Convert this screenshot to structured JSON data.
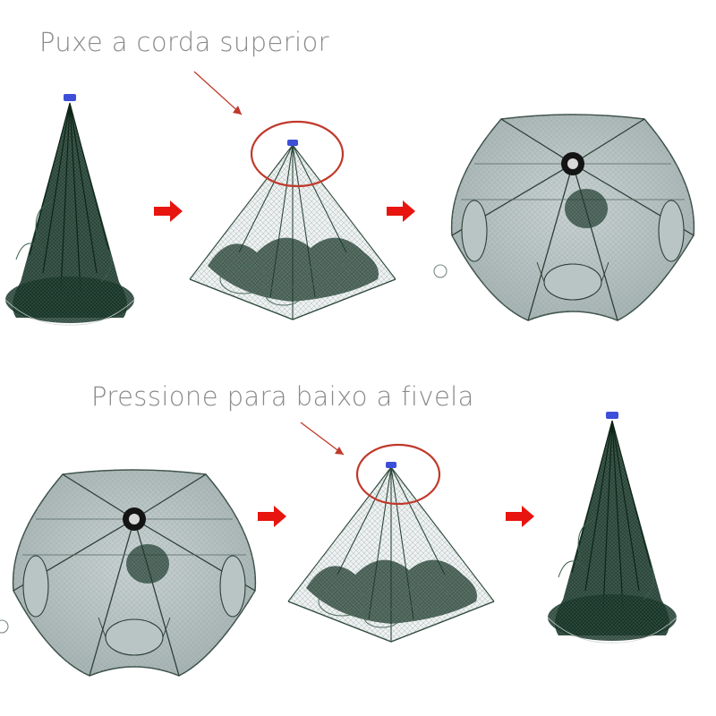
{
  "captions": {
    "open_step": "Puxe a corda superior",
    "close_step": "Pressione para baixo a fivela"
  },
  "colors": {
    "net_dark": "#1f3d2c",
    "net_mesh": "#9aa8a8",
    "highlight_ring": "#c0392b",
    "arrow": "#e8140f",
    "caption_text": "#8a8a8a"
  },
  "rows": [
    {
      "name": "open-sequence",
      "stages": [
        "collapsed-net",
        "half-open-net-with-top-ring",
        "open-hexagonal-net-top-view"
      ]
    },
    {
      "name": "close-sequence",
      "stages": [
        "open-hexagonal-net-top-view",
        "half-open-net-with-top-ring",
        "collapsed-net"
      ]
    }
  ]
}
